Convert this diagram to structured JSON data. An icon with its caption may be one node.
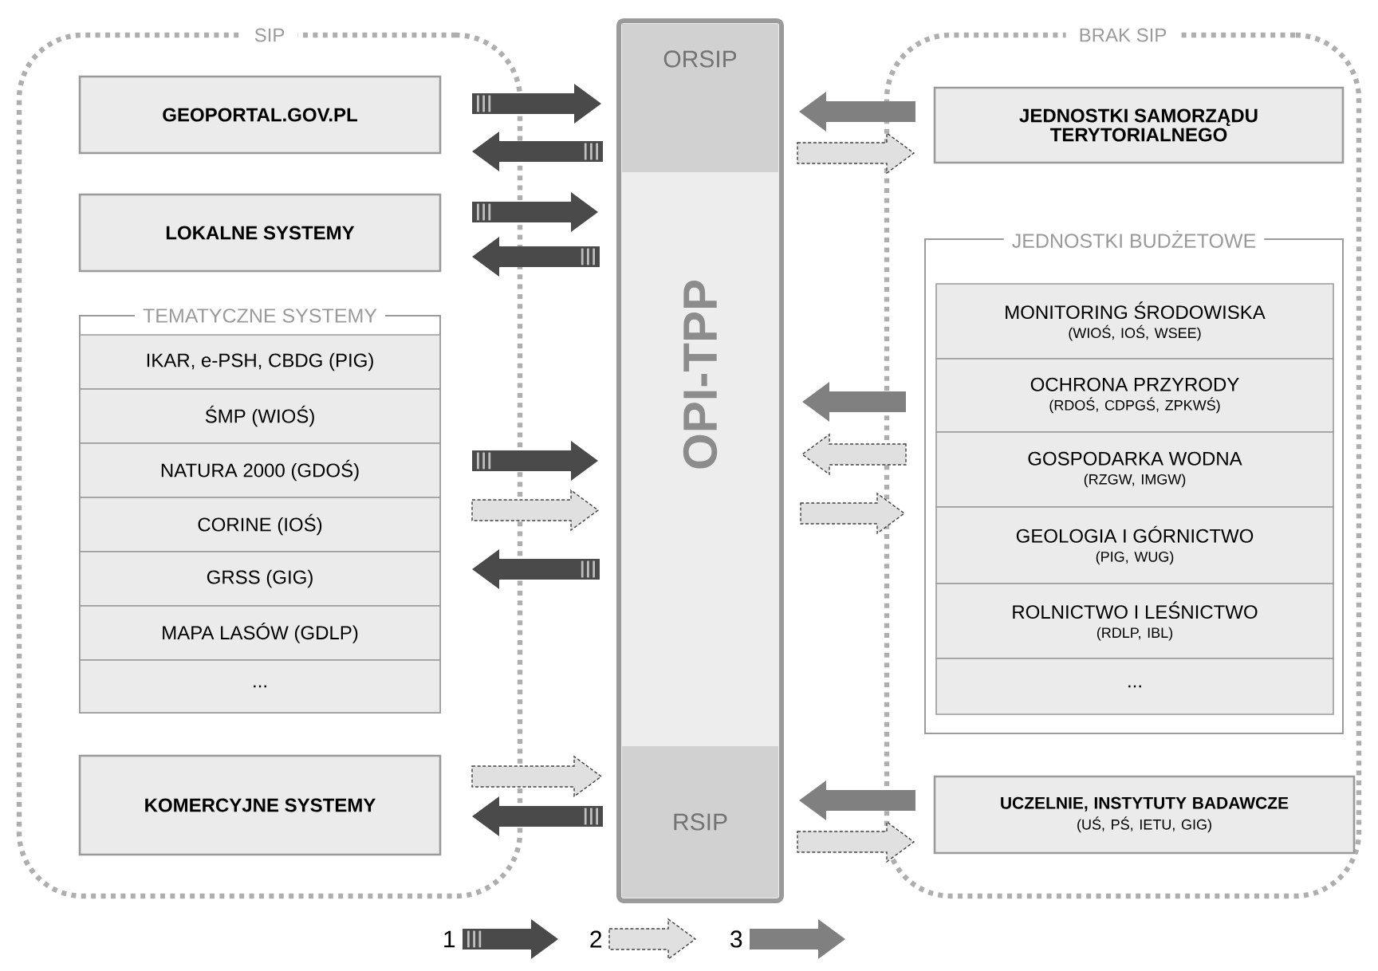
{
  "diagram": {
    "nodes": [
      {
        "text": [
          "SIP"
        ]
      },
      {
        "text": [
          "GEOPORTAL.GOV.PL"
        ],
        "in": 0
      },
      {
        "text": [
          "LOKALNE SYSTEMY"
        ],
        "in": 0
      },
      {
        "text": [
          "TEMATYCZNE SYSTEMY"
        ],
        "in": 0
      },
      {
        "text": [
          "IKAR, e-PSH, CBDG (PIG)"
        ],
        "in": 3
      },
      {
        "text": [
          "ŚMP (WIOŚ)"
        ],
        "in": 3
      },
      {
        "text": [
          "NATURA 2000 (GDOŚ)"
        ],
        "in": 3
      },
      {
        "text": [
          "CORINE (IOŚ)"
        ],
        "in": 3
      },
      {
        "text": [
          "GRSS (GIG)"
        ],
        "in": 3
      },
      {
        "text": [
          "MAPA LASÓW (GDLP)"
        ],
        "in": 3
      },
      {
        "text": [
          "..."
        ],
        "in": 3
      },
      {
        "text": [
          "KOMERCYJNE SYSTEMY"
        ],
        "in": 0
      },
      {
        "text": [
          "OPI-TPP"
        ]
      },
      {
        "text": [
          "ORSIP"
        ],
        "in": 12
      },
      {
        "text": [
          "RSIP"
        ],
        "in": 12
      },
      {
        "text": [
          "BRAK SIP"
        ]
      },
      {
        "text": [
          "JEDNOSTKI SAMORZĄDU TERYTORIALNEGO"
        ],
        "in": 15
      },
      {
        "text": [
          "JEDNOSTKI BUDŻETOWE"
        ],
        "in": 15
      },
      {
        "text": [
          "MONITORING ŚRODOWISKA",
          "(WIOŚ, IOŚ, WSEE)"
        ],
        "in": 17
      },
      {
        "text": [
          "OCHRONA PRZYRODY",
          "(RDOŚ, CDPGŚ, ZPKWŚ)"
        ],
        "in": 17
      },
      {
        "text": [
          "GOSPODARKA WODNA",
          "(RZGW, IMGW)"
        ],
        "in": 17
      },
      {
        "text": [
          "GEOLOGIA I GÓRNICTWO",
          "(PIG, WUG)"
        ],
        "in": 17
      },
      {
        "text": [
          "ROLNICTWO I LEŚNICTWO",
          "(RDLP, IBL)"
        ],
        "in": 17
      },
      {
        "text": [
          "..."
        ],
        "in": 17
      },
      {
        "text": [
          "UCZELNIE, INSTYTUTY BADAWCZE",
          "(UŚ, PŚ, IETU, GIG)"
        ],
        "in": 15
      }
    ],
    "edges": [
      {
        "from": 1,
        "to": 13,
        "arrow": "to"
      },
      {
        "from": 13,
        "to": 1,
        "arrow": "to"
      },
      {
        "from": 2,
        "to": 12,
        "arrow": "to"
      },
      {
        "from": 12,
        "to": 2,
        "arrow": "to"
      },
      {
        "from": 3,
        "to": 12,
        "arrow": "to"
      },
      {
        "from": 3,
        "to": 12,
        "arrow": "to",
        "style": "dashed"
      },
      {
        "from": 12,
        "to": 3,
        "arrow": "to"
      },
      {
        "from": 11,
        "to": 14,
        "arrow": "to",
        "style": "dashed"
      },
      {
        "from": 14,
        "to": 11,
        "arrow": "to"
      },
      {
        "from": 16,
        "to": 13,
        "arrow": "to",
        "color": "#808080"
      },
      {
        "from": 13,
        "to": 16,
        "arrow": "to",
        "style": "dashed"
      },
      {
        "from": 17,
        "to": 12,
        "arrow": "to",
        "color": "#808080"
      },
      {
        "from": 17,
        "to": 12,
        "arrow": "to",
        "style": "dashed"
      },
      {
        "from": 12,
        "to": 17,
        "arrow": "to",
        "style": "dashed"
      },
      {
        "from": 24,
        "to": 14,
        "arrow": "to",
        "color": "#808080"
      },
      {
        "from": 14,
        "to": 24,
        "arrow": "to",
        "style": "dashed"
      }
    ],
    "legend": [
      {
        "text": "1"
      },
      {
        "text": "2"
      },
      {
        "text": "3"
      }
    ]
  }
}
